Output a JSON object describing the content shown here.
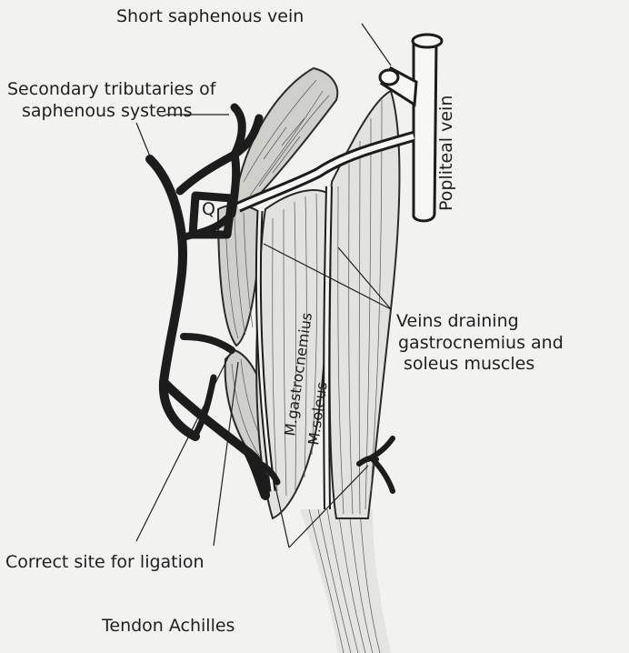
{
  "labels": {
    "short_saphenous_vein": "Short saphenous vein",
    "secondary_tributaries_line1": "Secondary tributaries of",
    "secondary_tributaries_line2": "saphenous systems",
    "popliteal_vein": "Popliteal vein",
    "veins_draining_line1": "Veins draining",
    "veins_draining_line2": "gastrocnemius and",
    "veins_draining_line3": "soleus muscles",
    "correct_site": "Correct site for ligation",
    "tendon_achilles": "Tendon Achilles",
    "m_gastrocnemius": "M.gastrocnemius",
    "m_soleus": "M.soleus",
    "q_marker": "Q"
  }
}
